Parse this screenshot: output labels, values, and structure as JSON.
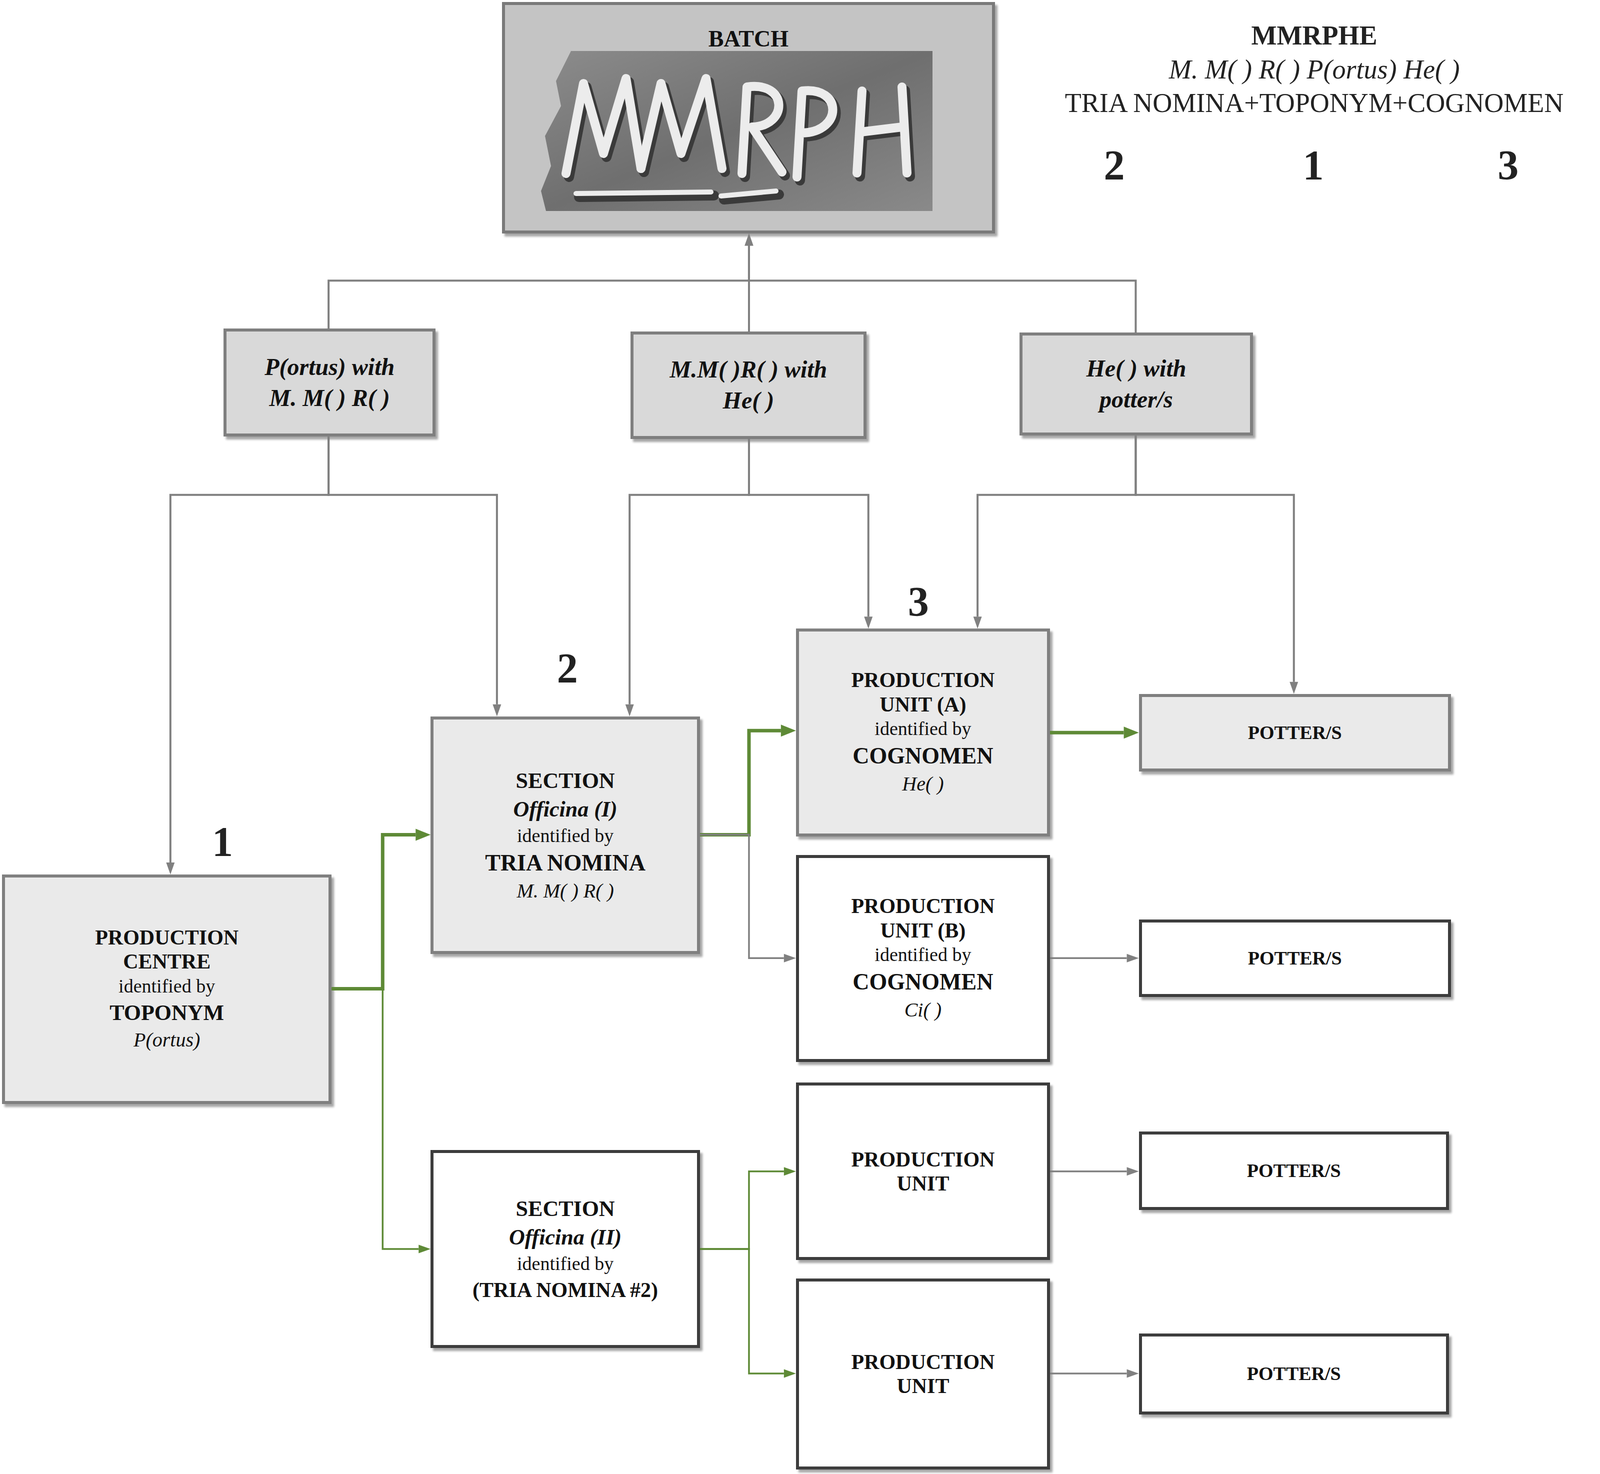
{
  "diagram": {
    "nodes": [
      {
        "text": [
          "BATCH"
        ]
      },
      {
        "text": [
          "P(ortus) with M. M( ) R( )"
        ]
      },
      {
        "text": [
          "M.M( )R( ) with He( )"
        ]
      },
      {
        "text": [
          "He( ) with potter/s"
        ]
      },
      {
        "text": [
          "PRODUCTION CENTRE",
          "identified by",
          "TOPONYM",
          "P(ortus)"
        ]
      },
      {
        "text": [
          "SECTION",
          "Officina (I)",
          "identified by",
          "TRIA NOMINA",
          "M. M( ) R( )"
        ]
      },
      {
        "text": [
          "PRODUCTION UNIT (A)",
          "identified by",
          "COGNOMEN",
          "He( )"
        ]
      },
      {
        "text": [
          "POTTER/S"
        ]
      },
      {
        "text": [
          "PRODUCTION UNIT (B)",
          "identified by",
          "COGNOMEN",
          "Ci( )"
        ]
      },
      {
        "text": [
          "POTTER/S"
        ]
      },
      {
        "text": [
          "SECTION",
          "Officina (II)",
          "identified by",
          "(TRIA NOMINA #2)"
        ]
      },
      {
        "text": [
          "PRODUCTION UNIT"
        ]
      },
      {
        "text": [
          "POTTER/S"
        ]
      },
      {
        "text": [
          "PRODUCTION UNIT"
        ]
      },
      {
        "text": [
          "POTTER/S"
        ]
      }
    ],
    "edges": [
      {
        "from": 1,
        "to": 0,
        "arrow": "to"
      },
      {
        "from": 2,
        "to": 0,
        "arrow": "to"
      },
      {
        "from": 3,
        "to": 0,
        "arrow": "to"
      },
      {
        "from": 1,
        "to": 4,
        "arrow": "to"
      },
      {
        "from": 1,
        "to": 5,
        "arrow": "to"
      },
      {
        "from": 2,
        "to": 5,
        "arrow": "to"
      },
      {
        "from": 2,
        "to": 6,
        "arrow": "to"
      },
      {
        "from": 3,
        "to": 6,
        "arrow": "to"
      },
      {
        "from": 3,
        "to": 7,
        "arrow": "to"
      },
      {
        "from": 4,
        "to": 5,
        "arrow": "to"
      },
      {
        "from": 5,
        "to": 6,
        "arrow": "to"
      },
      {
        "from": 6,
        "to": 7,
        "arrow": "to"
      },
      {
        "from": 5,
        "to": 8,
        "arrow": "to"
      },
      {
        "from": 8,
        "to": 9,
        "arrow": "to"
      },
      {
        "from": 4,
        "to": 10,
        "arrow": "to"
      },
      {
        "from": 10,
        "to": 11,
        "arrow": "to"
      },
      {
        "from": 10,
        "to": 13,
        "arrow": "to"
      },
      {
        "from": 11,
        "to": 12,
        "arrow": "to"
      },
      {
        "from": 13,
        "to": 14,
        "arrow": "to"
      }
    ],
    "labels": [
      "MMRPHE",
      "M. M( ) R( ) P(ortus) He( )",
      "TRIA NOMINA+TOPONYM+COGNOMEN",
      "2",
      "1",
      "3",
      "3",
      "2",
      "1"
    ]
  }
}
